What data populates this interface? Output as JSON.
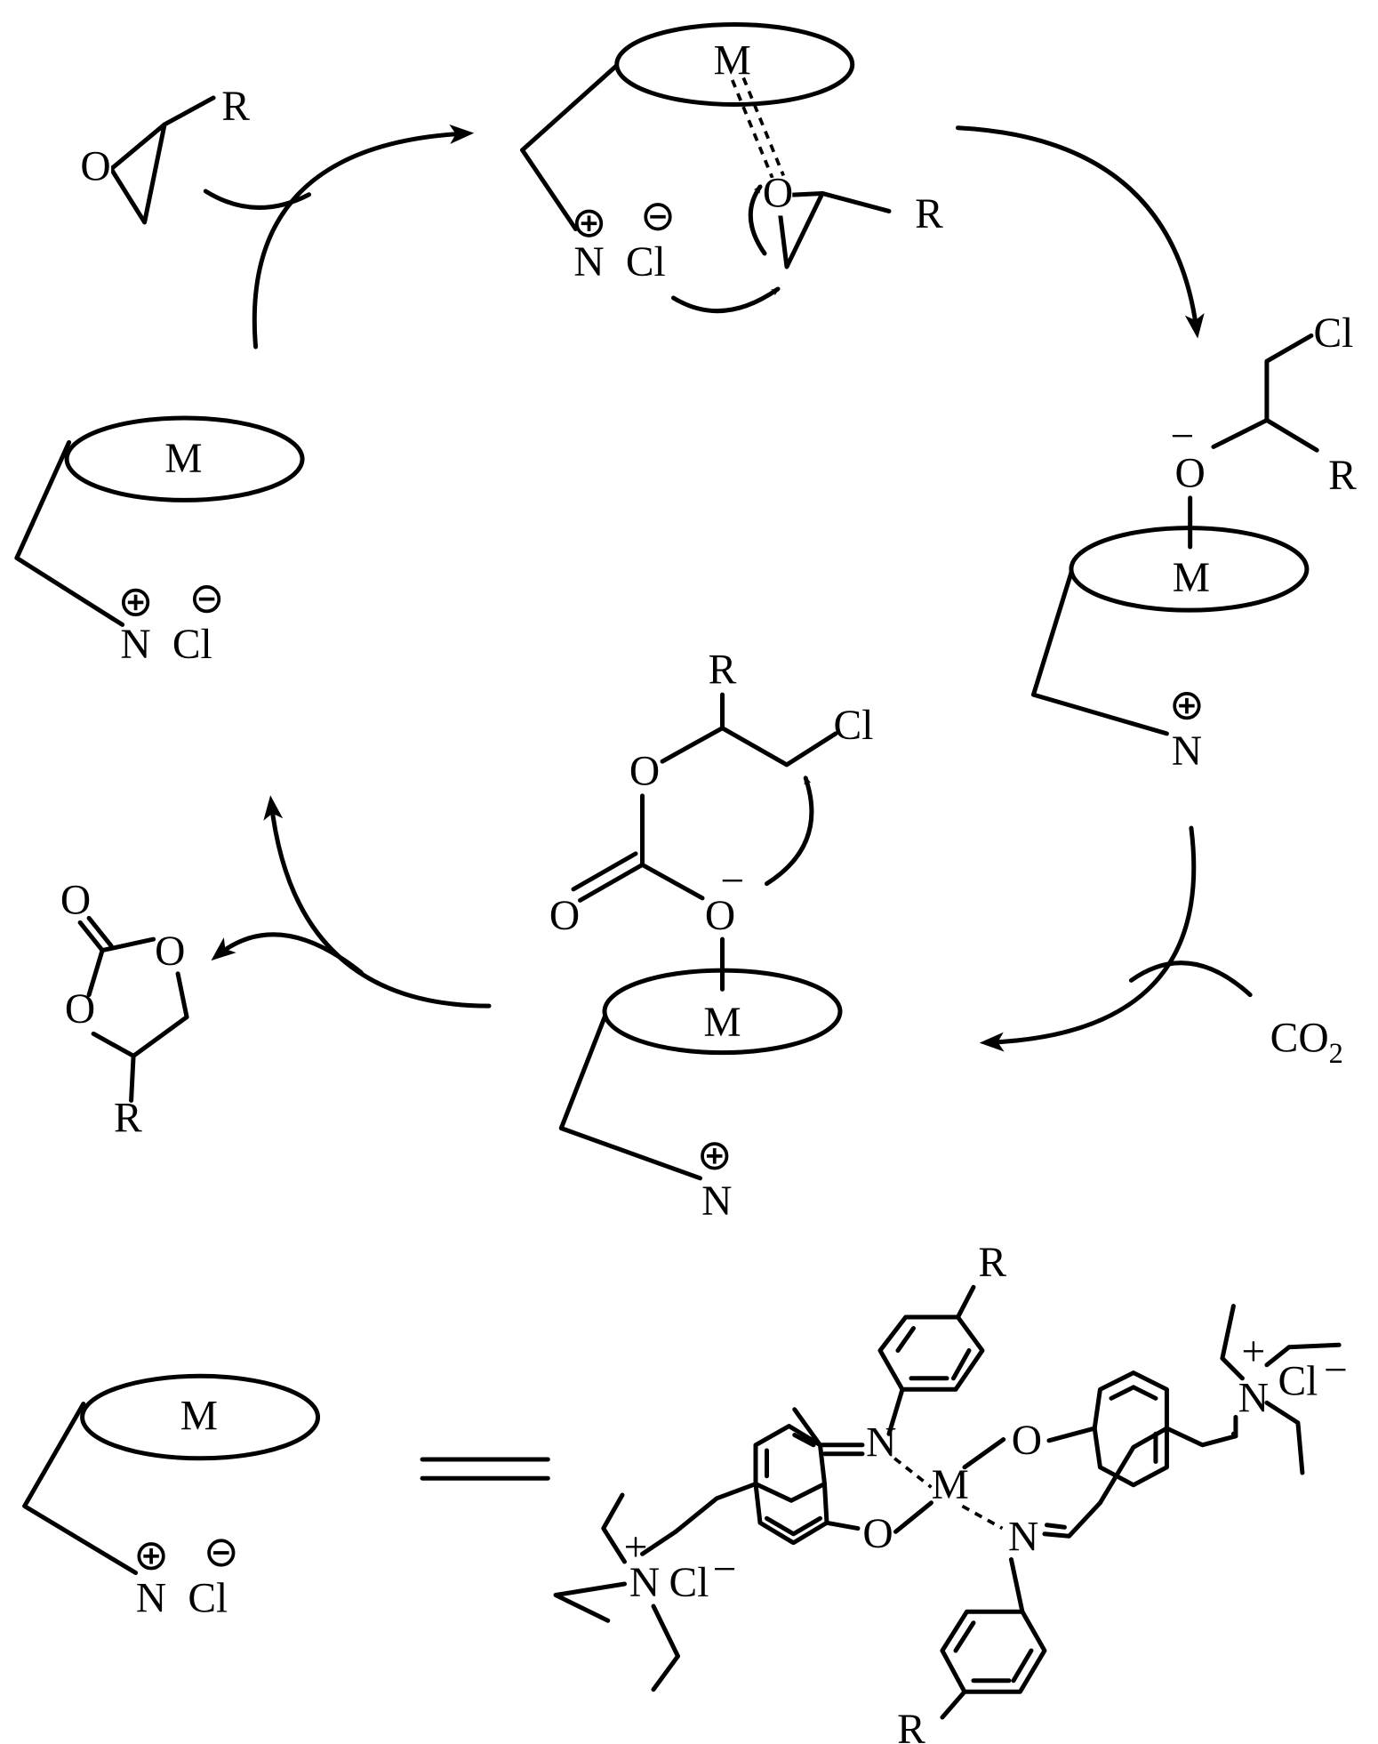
{
  "labels": {
    "metal": "M",
    "nitrogen": "N",
    "chlorine": "Cl",
    "oxygen": "O",
    "r_group": "R",
    "plus_charge": "+",
    "minus_charge": "−",
    "co2_main": "CO",
    "co2_sub": "2"
  },
  "colors": {
    "ink": "#000000",
    "background": "#ffffff"
  },
  "icons": {
    "charge_plus": "circled-plus-icon",
    "charge_minus": "circled-minus-icon"
  }
}
